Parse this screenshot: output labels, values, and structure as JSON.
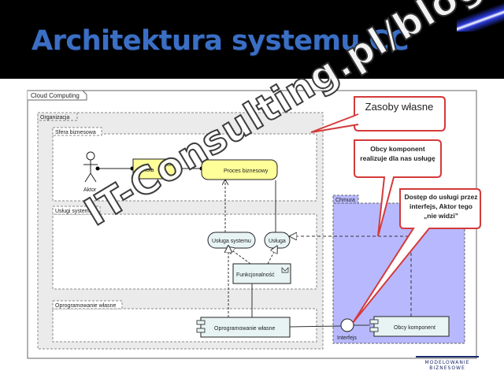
{
  "title": "Architektura systemu CC",
  "diagram": {
    "cloud_computing": "Cloud Computing",
    "organizacja": "Organizacja",
    "sfera_biznesowa": "Sfera biznesowa",
    "uslugi_systemu": "Usługi systemu",
    "oprogramowanie_wlasne_group": "Oprogramowanie własne",
    "chmura": "Chmura",
    "aktor": "Aktor",
    "rola": "Rola",
    "proces_biznesowy": "Proces biznesowy",
    "usluga_systemu": "Usługa systemu",
    "usluga": "Usługa",
    "funkcjonalnosc": "Funkcjonalność",
    "oprogramowanie_wlasne": "Oprogramowanie własne",
    "interfejs": "Interfejs",
    "obcy_komponent": "Obcy komponent"
  },
  "callouts": {
    "zasoby": "Zasoby własne",
    "obcy": "Obcy komponent realizuje dla nas usługę",
    "dostep": "Dostęp do usługi przez interfejs, Aktor tego „nie widzi”"
  },
  "watermark": "IT-Consulting.pl/blog",
  "logo_text": "MODELOWANIE BIZNESOWE",
  "colors": {
    "title": "#3b6fc4",
    "process_fill": "#ffff99",
    "cloud_fill": "#b8b8ff",
    "callout_border": "#d43a3a"
  }
}
